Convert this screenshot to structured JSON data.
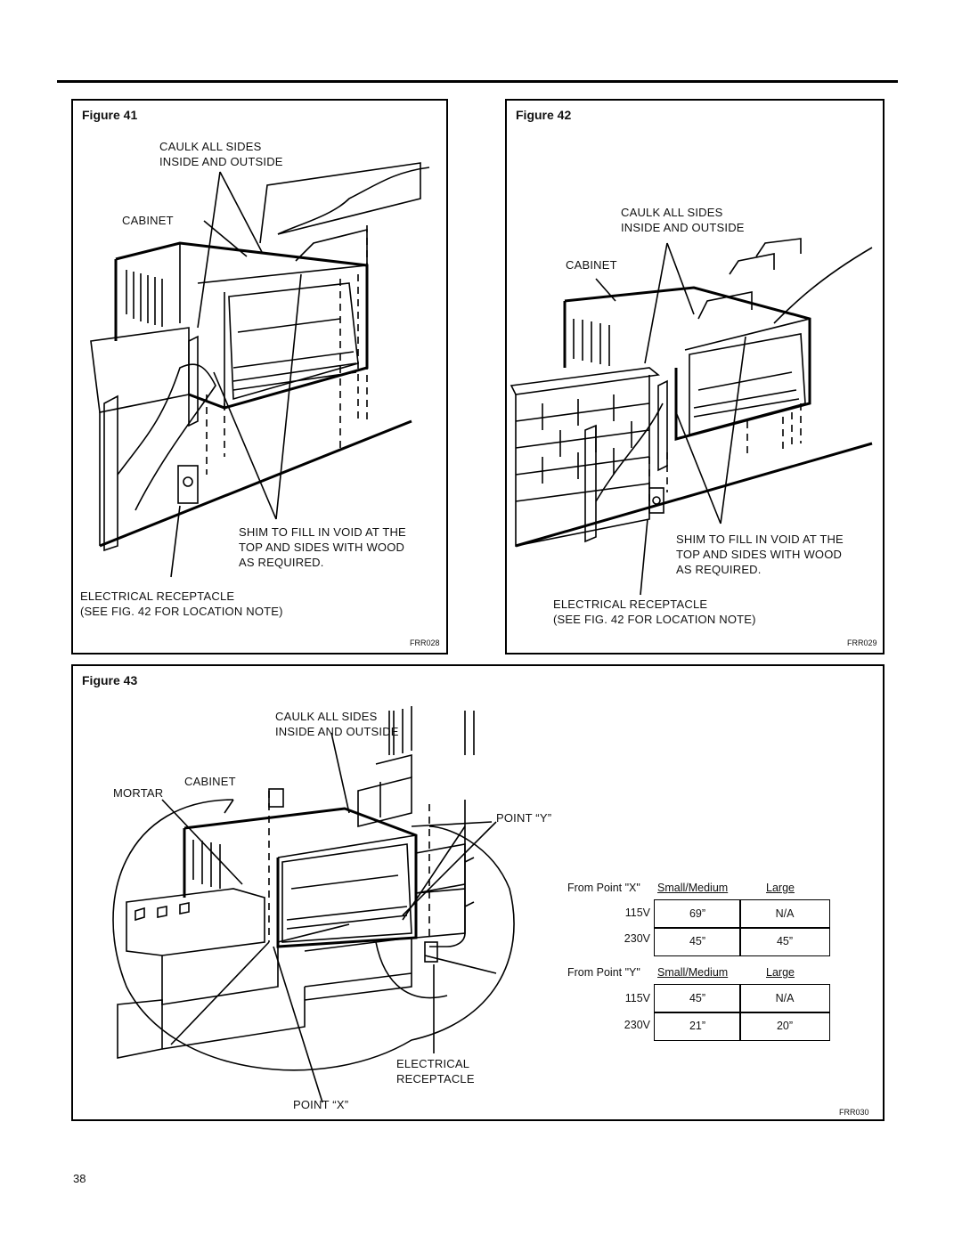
{
  "figures": [
    {
      "title": "Figure 41",
      "caulk_label": "CAULK ALL SIDES\nINSIDE AND OUTSIDE",
      "cabinet_label": "CABINET",
      "shim_label": "SHIM TO FILL IN VOID AT THE\nTOP AND SIDES WITH WOOD\nAS REQUIRED.",
      "receptacle_label": "ELECTRICAL RECEPTACLE\n(SEE FIG. 42 FOR LOCATION NOTE)",
      "code": "FRR028"
    },
    {
      "title": "Figure 42",
      "caulk_label": "CAULK ALL SIDES\nINSIDE AND OUTSIDE",
      "cabinet_label": "CABINET",
      "shim_label": "SHIM TO FILL IN VOID AT THE\nTOP AND SIDES WITH WOOD\nAS REQUIRED.",
      "receptacle_label": "ELECTRICAL RECEPTACLE\n(SEE FIG. 42 FOR LOCATION NOTE)",
      "code": "FRR029"
    },
    {
      "title": "Figure 43",
      "caulk_label": "CAULK ALL SIDES\nINSIDE AND OUTSIDE",
      "cabinet_label": "CABINET",
      "mortar_label": "MORTAR",
      "point_y_label": "POINT “Y”",
      "point_x_label": "POINT “X”",
      "receptacle_label": "ELECTRICAL\nRECEPTACLE",
      "code": "FRR030"
    }
  ],
  "distance_tables": [
    {
      "header_from": "From Point \"X\"",
      "header_small": "Small/Medium",
      "header_large": "Large",
      "rows": [
        {
          "voltage": "115V",
          "small": "69”",
          "large": "N/A"
        },
        {
          "voltage": "230V",
          "small": "45”",
          "large": "45”"
        }
      ]
    },
    {
      "header_from": "From Point \"Y\"",
      "header_small": "Small/Medium",
      "header_large": "Large",
      "rows": [
        {
          "voltage": "115V",
          "small": "45”",
          "large": "N/A"
        },
        {
          "voltage": "230V",
          "small": "21”",
          "large": "20”"
        }
      ]
    }
  ],
  "page_number": "38"
}
